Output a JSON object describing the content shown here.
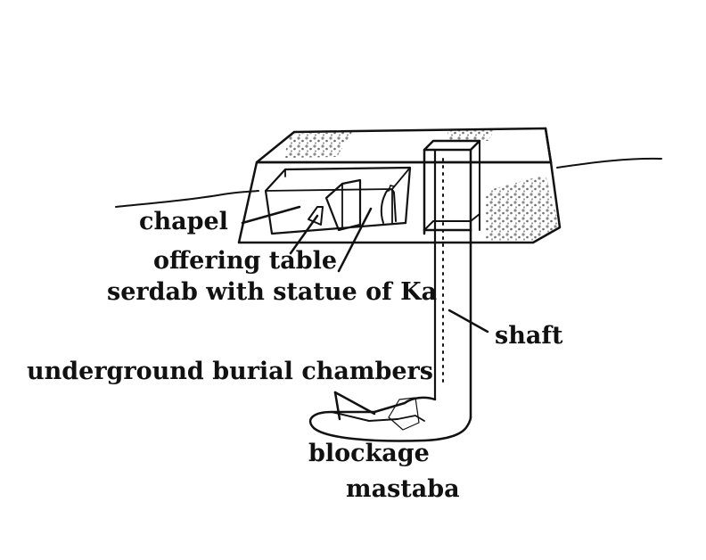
{
  "labels": {
    "chapel": "chapel",
    "offering_table": "offering table",
    "serdab": "serdab with statue of Ka",
    "shaft": "shaft",
    "burial_chambers": "underground burial chambers",
    "blockage": "blockage",
    "mastaba": "mastaba"
  },
  "colors": {
    "ink": "#111111",
    "background": "#ffffff",
    "rubble": "#8a8a8a"
  }
}
